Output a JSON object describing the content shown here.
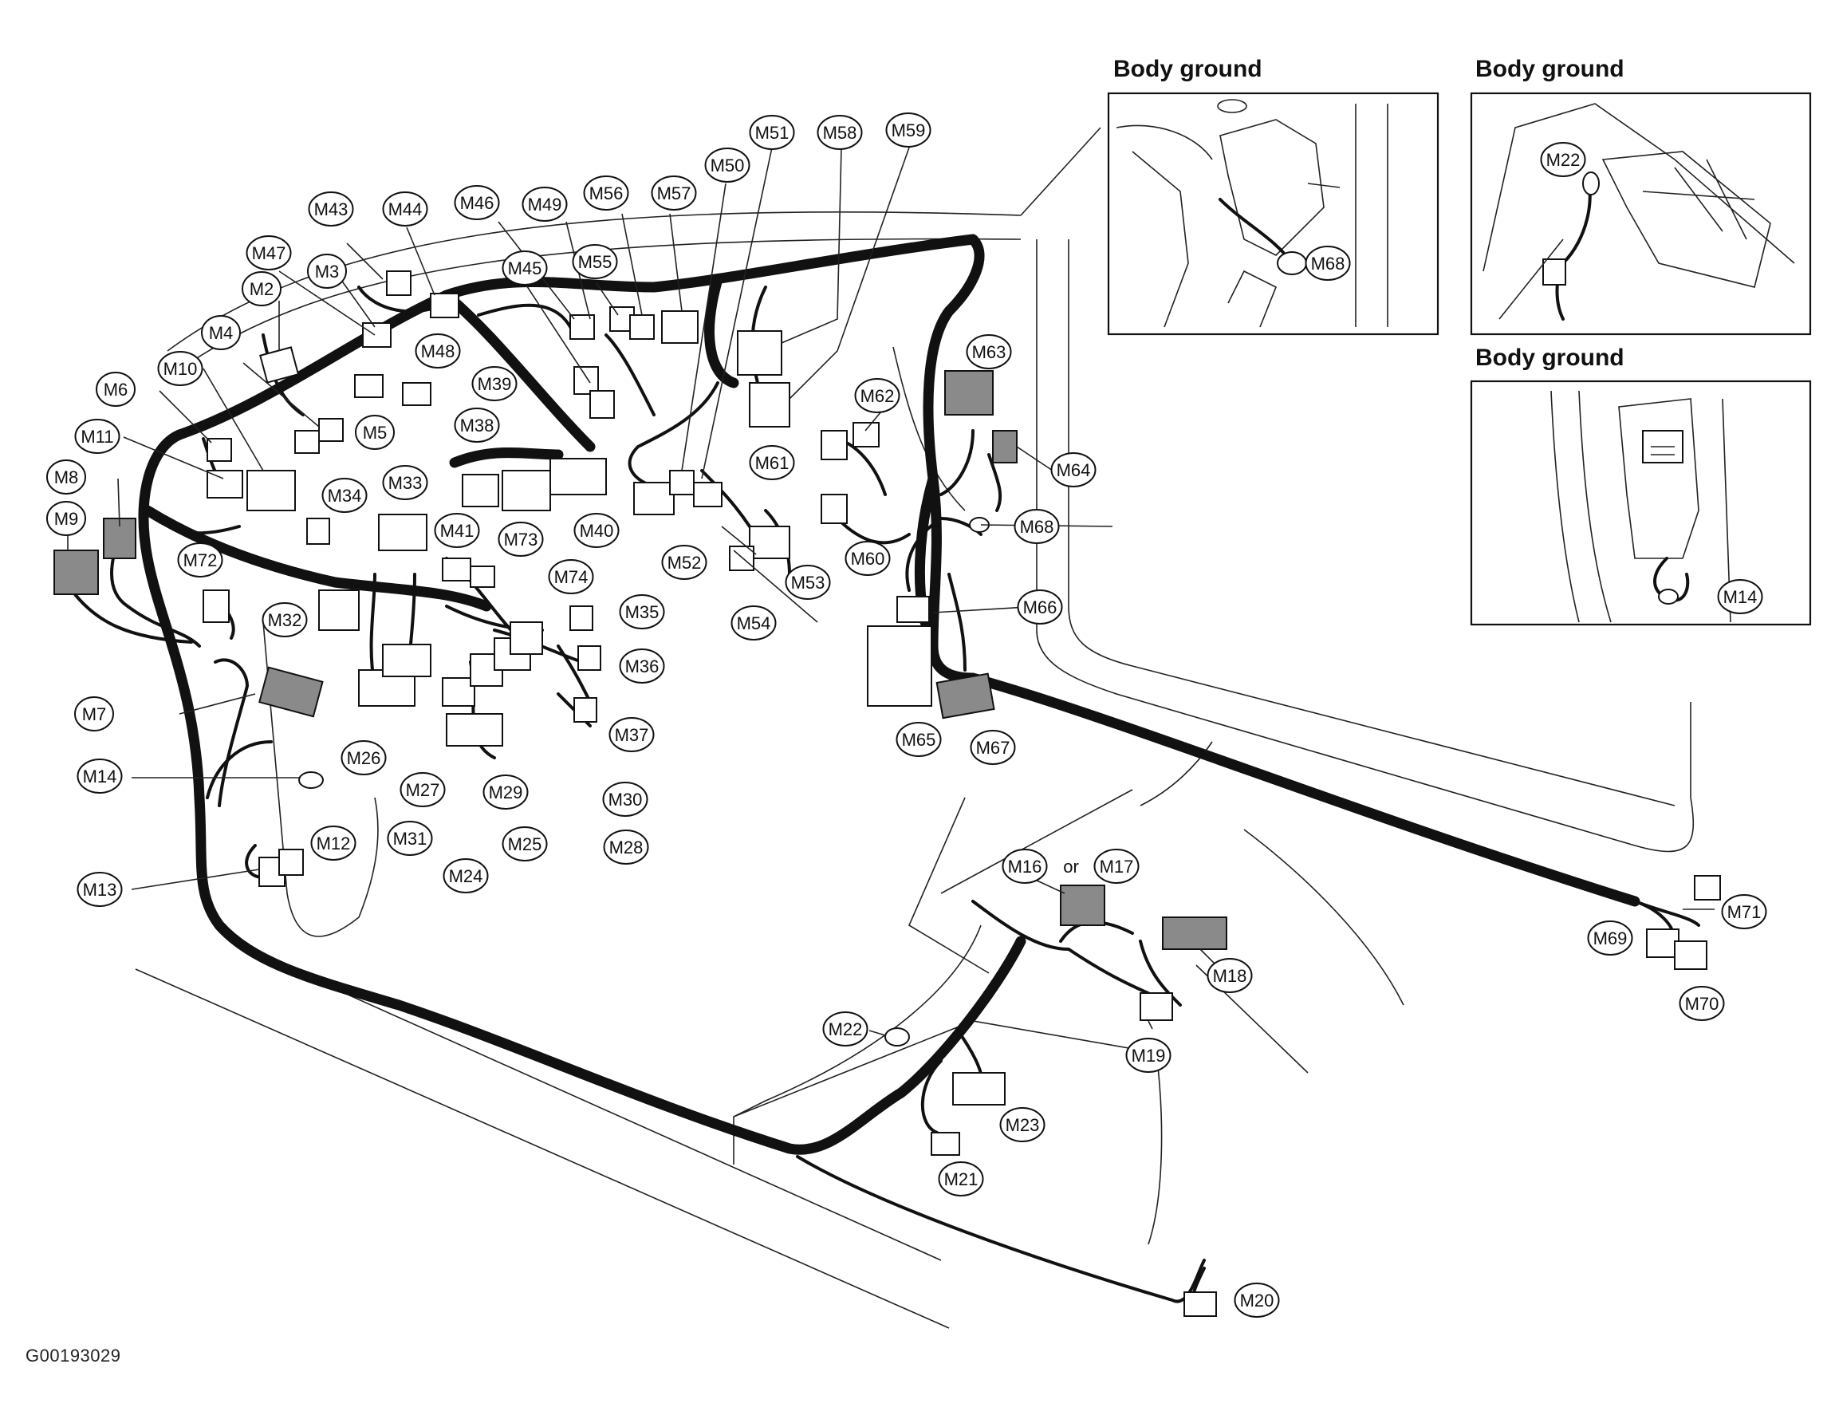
{
  "insets": [
    {
      "title": "Body ground",
      "connector": "M68"
    },
    {
      "title": "Body ground",
      "connector": "M22"
    },
    {
      "title": "Body ground",
      "connector": "M14"
    }
  ],
  "figure_id": "G00193029",
  "or_text": "or",
  "callouts": [
    "M2",
    "M3",
    "M4",
    "M5",
    "M6",
    "M7",
    "M8",
    "M9",
    "M10",
    "M11",
    "M12",
    "M13",
    "M14",
    "M16",
    "M17",
    "M18",
    "M19",
    "M20",
    "M21",
    "M22",
    "M23",
    "M24",
    "M25",
    "M26",
    "M27",
    "M28",
    "M29",
    "M30",
    "M31",
    "M32",
    "M33",
    "M34",
    "M35",
    "M36",
    "M37",
    "M38",
    "M39",
    "M40",
    "M41",
    "M43",
    "M44",
    "M45",
    "M46",
    "M47",
    "M48",
    "M49",
    "M50",
    "M51",
    "M52",
    "M53",
    "M54",
    "M55",
    "M56",
    "M57",
    "M58",
    "M59",
    "M60",
    "M61",
    "M62",
    "M63",
    "M64",
    "M65",
    "M66",
    "M67",
    "M68",
    "M69",
    "M70",
    "M71",
    "M72",
    "M73",
    "M74"
  ]
}
